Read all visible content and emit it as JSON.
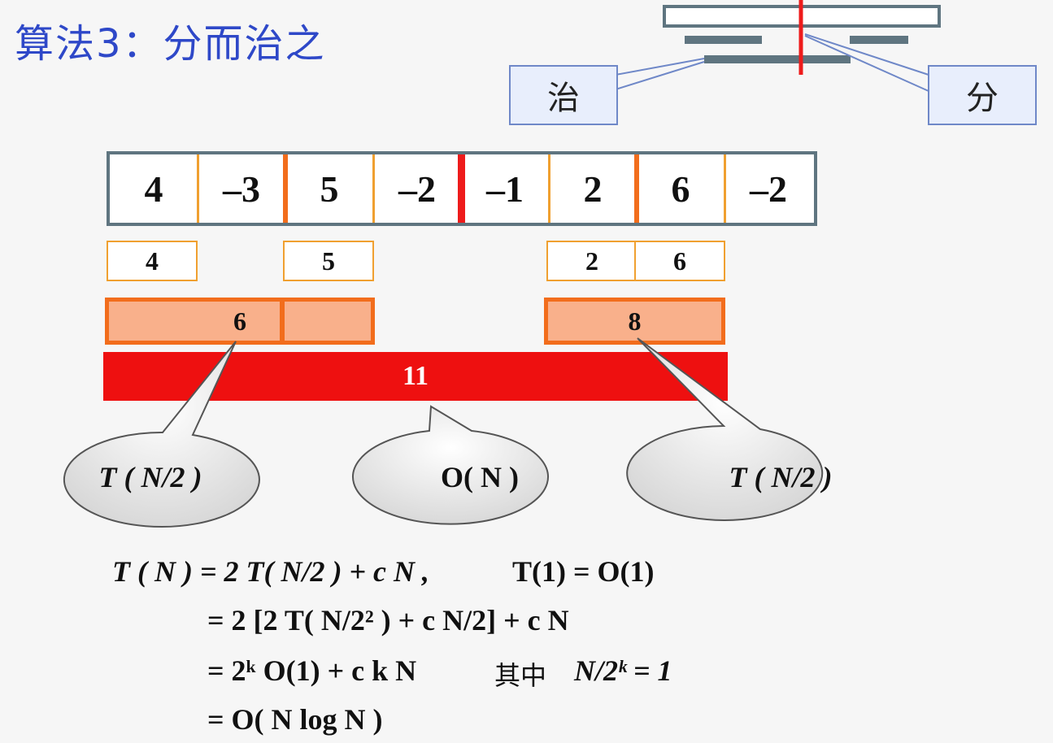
{
  "title": "算法3：分而治之",
  "diagram": {
    "conquer_label": "治",
    "divide_label": "分"
  },
  "array": {
    "values": [
      "4",
      "–3",
      "5",
      "–2",
      "–1",
      "2",
      "6",
      "–2"
    ]
  },
  "partial_max": {
    "b0": "4",
    "b2": "5",
    "b5": "2",
    "b6": "6"
  },
  "combined": {
    "left": "6",
    "right": "8"
  },
  "total": "11",
  "bubbles": {
    "left": "T ( N/2 )",
    "middle": "O( N )",
    "right": "T ( N/2 )"
  },
  "formula": {
    "l1_a": "T ( N ) = 2 T( N/2 ) + c N ,",
    "l1_b": "T(1) = O(1)",
    "l2": "= 2 [2 T( N/2² ) + c N/2] + c N",
    "l3_a": "= 2ᵏ O(1) + c k N",
    "l3_cn": "其中",
    "l3_b": "N/2ᵏ = 1",
    "l4": "= O( N log N )"
  }
}
